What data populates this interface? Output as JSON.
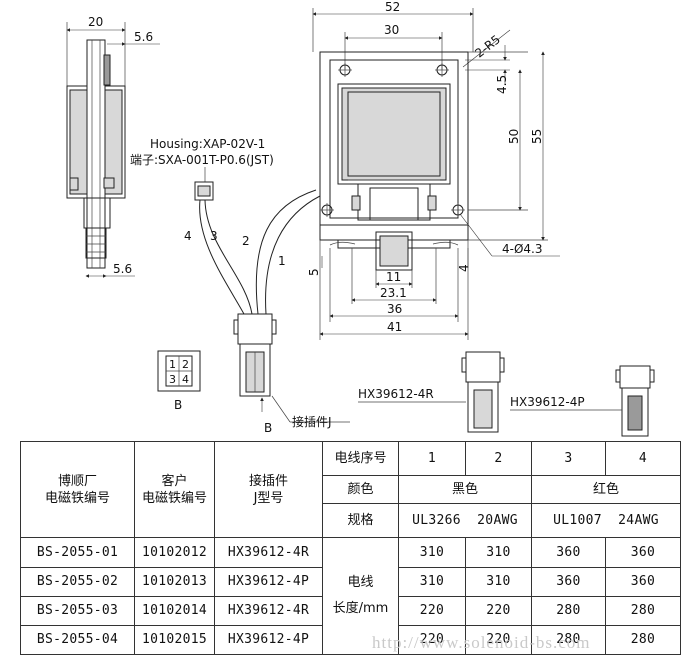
{
  "drawing": {
    "dims": {
      "w52": "52",
      "w30": "30",
      "r5": "2-R5",
      "h45": "4.5",
      "h50": "50",
      "h55": "55",
      "w20": "20",
      "w56_top": "5.6",
      "w56_bottom": "5.6",
      "d5": "5",
      "d4": "4",
      "w11": "11",
      "w231": "23.1",
      "w36": "36",
      "w41": "41",
      "holes": "4-Ø4.3"
    },
    "housing_label": "Housing:XAP-02V-1",
    "terminal_label": "端子:SXA-001T-P0.6(JST)",
    "wire_numbers": [
      "4",
      "3",
      "2",
      "1"
    ],
    "pin_grid": [
      "1",
      "2",
      "3",
      "4"
    ],
    "view_b_label": "B",
    "view_b_arrow": "B",
    "connector_label": "接插件J",
    "hx_r_label": "HX39612-4R",
    "hx_p_label": "HX39612-4P"
  },
  "table": {
    "header": {
      "col1": "博顺厂\n电磁铁编号",
      "col2": "客户\n电磁铁编号",
      "col3": "接插件\nJ型号",
      "wire_seq_label": "电线序号",
      "wire_seq": [
        "1",
        "2",
        "3",
        "4"
      ],
      "color_label": "颜色",
      "color_black": "黑色",
      "color_red": "红色",
      "spec_label": "规格",
      "spec_black": "UL3266  20AWG",
      "spec_red": "UL1007  24AWG",
      "length_label": "电线\n长度/mm"
    },
    "rows": [
      {
        "bs": "BS-2055-01",
        "customer": "10102012",
        "connector": "HX39612-4R",
        "lengths": [
          "310",
          "310",
          "360",
          "360"
        ]
      },
      {
        "bs": "BS-2055-02",
        "customer": "10102013",
        "connector": "HX39612-4P",
        "lengths": [
          "310",
          "310",
          "360",
          "360"
        ]
      },
      {
        "bs": "BS-2055-03",
        "customer": "10102014",
        "connector": "HX39612-4R",
        "lengths": [
          "220",
          "220",
          "280",
          "280"
        ]
      },
      {
        "bs": "BS-2055-04",
        "customer": "10102015",
        "connector": "HX39612-4P",
        "lengths": [
          "220",
          "220",
          "280",
          "280"
        ]
      }
    ]
  },
  "watermark": "http://www.solenoid-bs.com"
}
